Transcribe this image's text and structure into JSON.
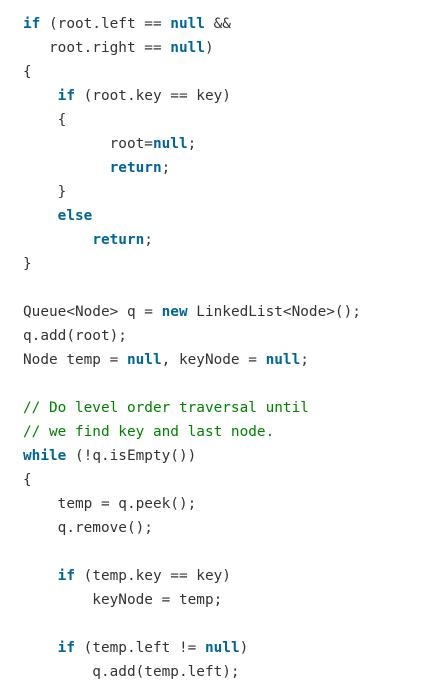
{
  "code": {
    "lines": [
      [
        {
          "t": "if",
          "c": "kw"
        },
        {
          "t": " (root.left == ",
          "c": "pl"
        },
        {
          "t": "null",
          "c": "kw"
        },
        {
          "t": " &&",
          "c": "pl"
        }
      ],
      [
        {
          "t": "   root.right == ",
          "c": "pl"
        },
        {
          "t": "null",
          "c": "kw"
        },
        {
          "t": ")",
          "c": "pl"
        }
      ],
      [
        {
          "t": "{",
          "c": "pl"
        }
      ],
      [
        {
          "t": "    ",
          "c": "pl"
        },
        {
          "t": "if",
          "c": "kw"
        },
        {
          "t": " (root.key == key)",
          "c": "pl"
        }
      ],
      [
        {
          "t": "    {",
          "c": "pl"
        }
      ],
      [
        {
          "t": "          root=",
          "c": "pl"
        },
        {
          "t": "null",
          "c": "kw"
        },
        {
          "t": ";",
          "c": "pl"
        }
      ],
      [
        {
          "t": "          ",
          "c": "pl"
        },
        {
          "t": "return",
          "c": "kw"
        },
        {
          "t": ";",
          "c": "pl"
        }
      ],
      [
        {
          "t": "    }",
          "c": "pl"
        }
      ],
      [
        {
          "t": "    ",
          "c": "pl"
        },
        {
          "t": "else",
          "c": "kw"
        }
      ],
      [
        {
          "t": "        ",
          "c": "pl"
        },
        {
          "t": "return",
          "c": "kw"
        },
        {
          "t": ";",
          "c": "pl"
        }
      ],
      [
        {
          "t": "}",
          "c": "pl"
        }
      ],
      [],
      [
        {
          "t": "Queue<Node> q = ",
          "c": "pl"
        },
        {
          "t": "new",
          "c": "kw"
        },
        {
          "t": " LinkedList<Node>();",
          "c": "pl"
        }
      ],
      [
        {
          "t": "q.add(root);",
          "c": "pl"
        }
      ],
      [
        {
          "t": "Node temp = ",
          "c": "pl"
        },
        {
          "t": "null",
          "c": "kw"
        },
        {
          "t": ", keyNode = ",
          "c": "pl"
        },
        {
          "t": "null",
          "c": "kw"
        },
        {
          "t": ";",
          "c": "pl"
        }
      ],
      [],
      [
        {
          "t": "// Do level order traversal until",
          "c": "cm"
        }
      ],
      [
        {
          "t": "// we find key and last node.",
          "c": "cm"
        }
      ],
      [
        {
          "t": "while",
          "c": "kw"
        },
        {
          "t": " (!q.isEmpty())",
          "c": "pl"
        }
      ],
      [
        {
          "t": "{",
          "c": "pl"
        }
      ],
      [
        {
          "t": "    temp = q.peek();",
          "c": "pl"
        }
      ],
      [
        {
          "t": "    q.remove();",
          "c": "pl"
        }
      ],
      [],
      [
        {
          "t": "    ",
          "c": "pl"
        },
        {
          "t": "if",
          "c": "kw"
        },
        {
          "t": " (temp.key == key)",
          "c": "pl"
        }
      ],
      [
        {
          "t": "        keyNode = temp;",
          "c": "pl"
        }
      ],
      [],
      [
        {
          "t": "    ",
          "c": "pl"
        },
        {
          "t": "if",
          "c": "kw"
        },
        {
          "t": " (temp.left != ",
          "c": "pl"
        },
        {
          "t": "null",
          "c": "kw"
        },
        {
          "t": ")",
          "c": "pl"
        }
      ],
      [
        {
          "t": "        q.add(temp.left);",
          "c": "pl"
        }
      ]
    ]
  },
  "colors": {
    "keyword": "#006699",
    "comment": "#008200",
    "text": "#333333",
    "background": "#ffffff"
  }
}
